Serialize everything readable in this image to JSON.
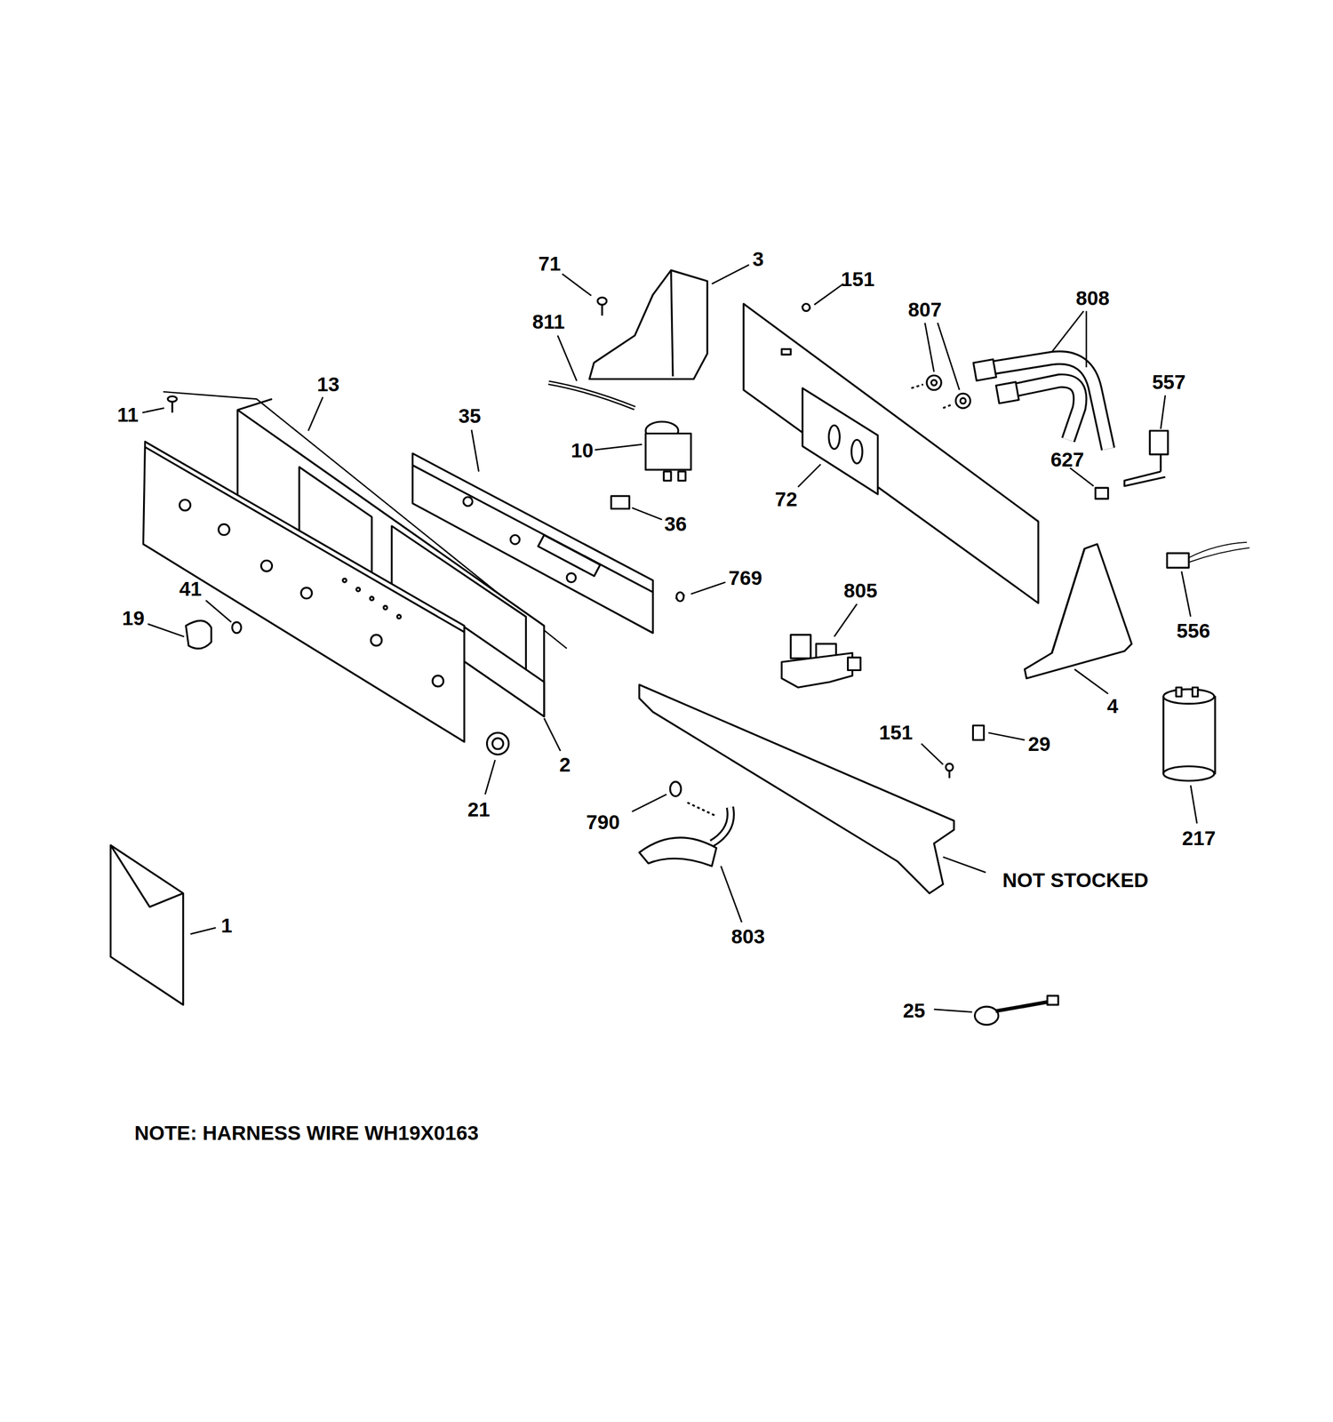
{
  "diagram": {
    "labels": [
      "3",
      "71",
      "151",
      "808",
      "807",
      "811",
      "557",
      "13",
      "11",
      "35",
      "10",
      "627",
      "72",
      "36",
      "769",
      "805",
      "41",
      "19",
      "556",
      "4",
      "151",
      "29",
      "2",
      "21",
      "790",
      "217",
      "NOT STOCKED",
      "1",
      "803",
      "25",
      "NOTE: HARNESS WIRE WH19X0163"
    ]
  }
}
